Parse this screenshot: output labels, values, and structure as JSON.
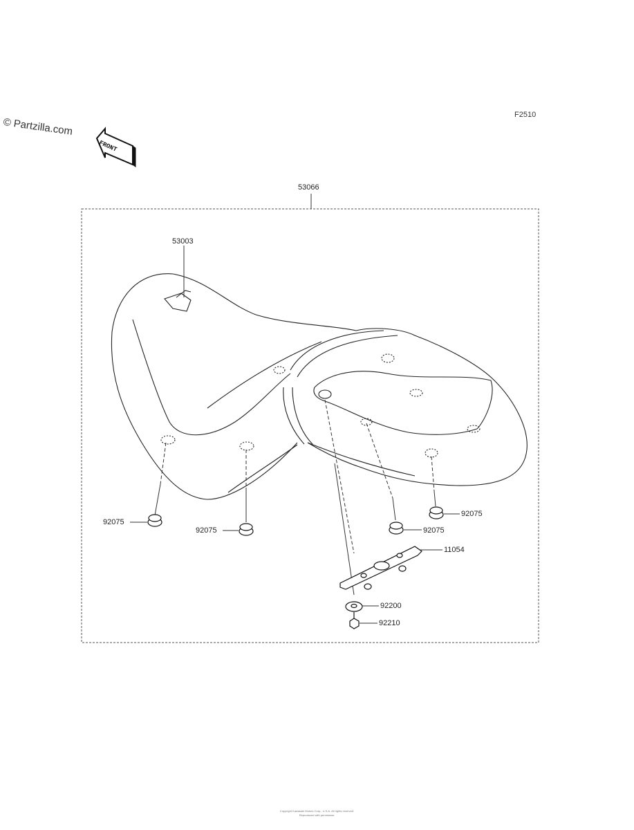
{
  "watermark": "© Partzilla.com",
  "figure_code": "F2510",
  "front_arrow": {
    "label": "FRONT",
    "icon": "front-direction-arrow-icon"
  },
  "parts": {
    "assembly": "53066",
    "seat_cover": "53003",
    "damper_a": "92075",
    "damper_b": "92075",
    "damper_c": "92075",
    "damper_d": "92075",
    "bracket": "11054",
    "washer": "92200",
    "nut": "92210"
  },
  "footer": {
    "line1": "Copyright Kawasaki Motors Corp., U.S.A. All rights reserved.",
    "line2": "Reproduced with permission."
  }
}
